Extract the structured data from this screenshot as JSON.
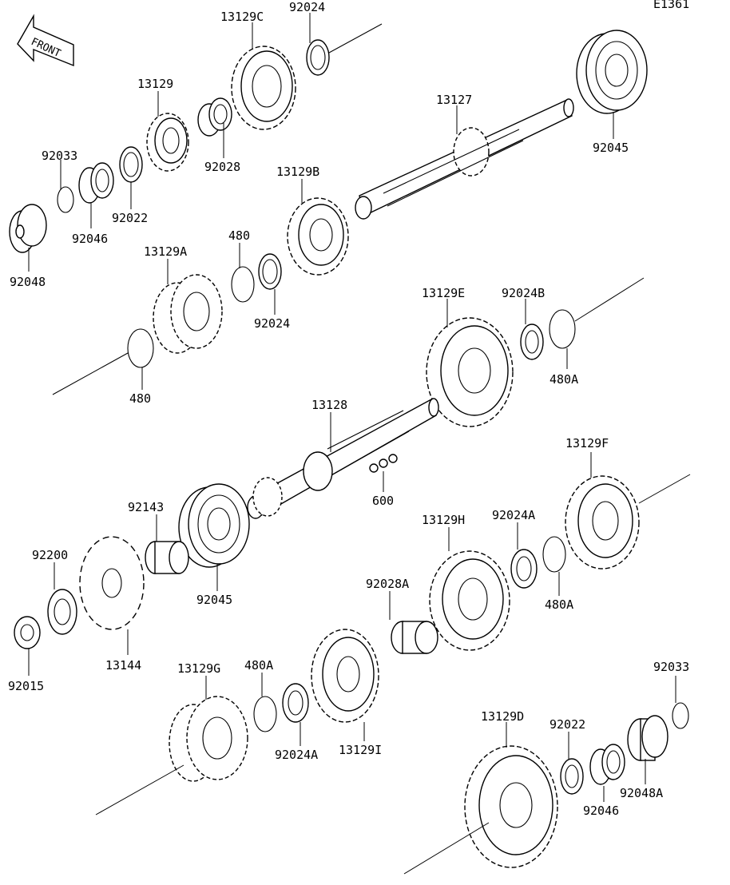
{
  "diagram_code": "E1361",
  "front_label": "FRONT",
  "labels": {
    "p13129C": "13129C",
    "p92024_top": "92024",
    "p13129": "13129",
    "p92028": "92028",
    "p92033_top": "92033",
    "p92022_top": "92022",
    "p92046_top": "92046",
    "p92048": "92048",
    "p13127": "13127",
    "p92045_top": "92045",
    "p13129B": "13129B",
    "p480_top": "480",
    "p13129A": "13129A",
    "p92024_mid": "92024",
    "p480_mid": "480",
    "p13129E": "13129E",
    "p92024B": "92024B",
    "p480A_1": "480A",
    "p13128": "13128",
    "p600": "600",
    "p13129F": "13129F",
    "p92143": "92143",
    "p92200": "92200",
    "p92045_mid": "92045",
    "p13129H": "13129H",
    "p92024A_1": "92024A",
    "p480A_2": "480A",
    "p92028A": "92028A",
    "p13144": "13144",
    "p92015": "92015",
    "p13129G": "13129G",
    "p480A_3": "480A",
    "p92024A_2": "92024A",
    "p13129I": "13129I",
    "p92033_bot": "92033",
    "p13129D": "13129D",
    "p92022_bot": "92022",
    "p92048A": "92048A",
    "p92046_bot": "92046"
  }
}
